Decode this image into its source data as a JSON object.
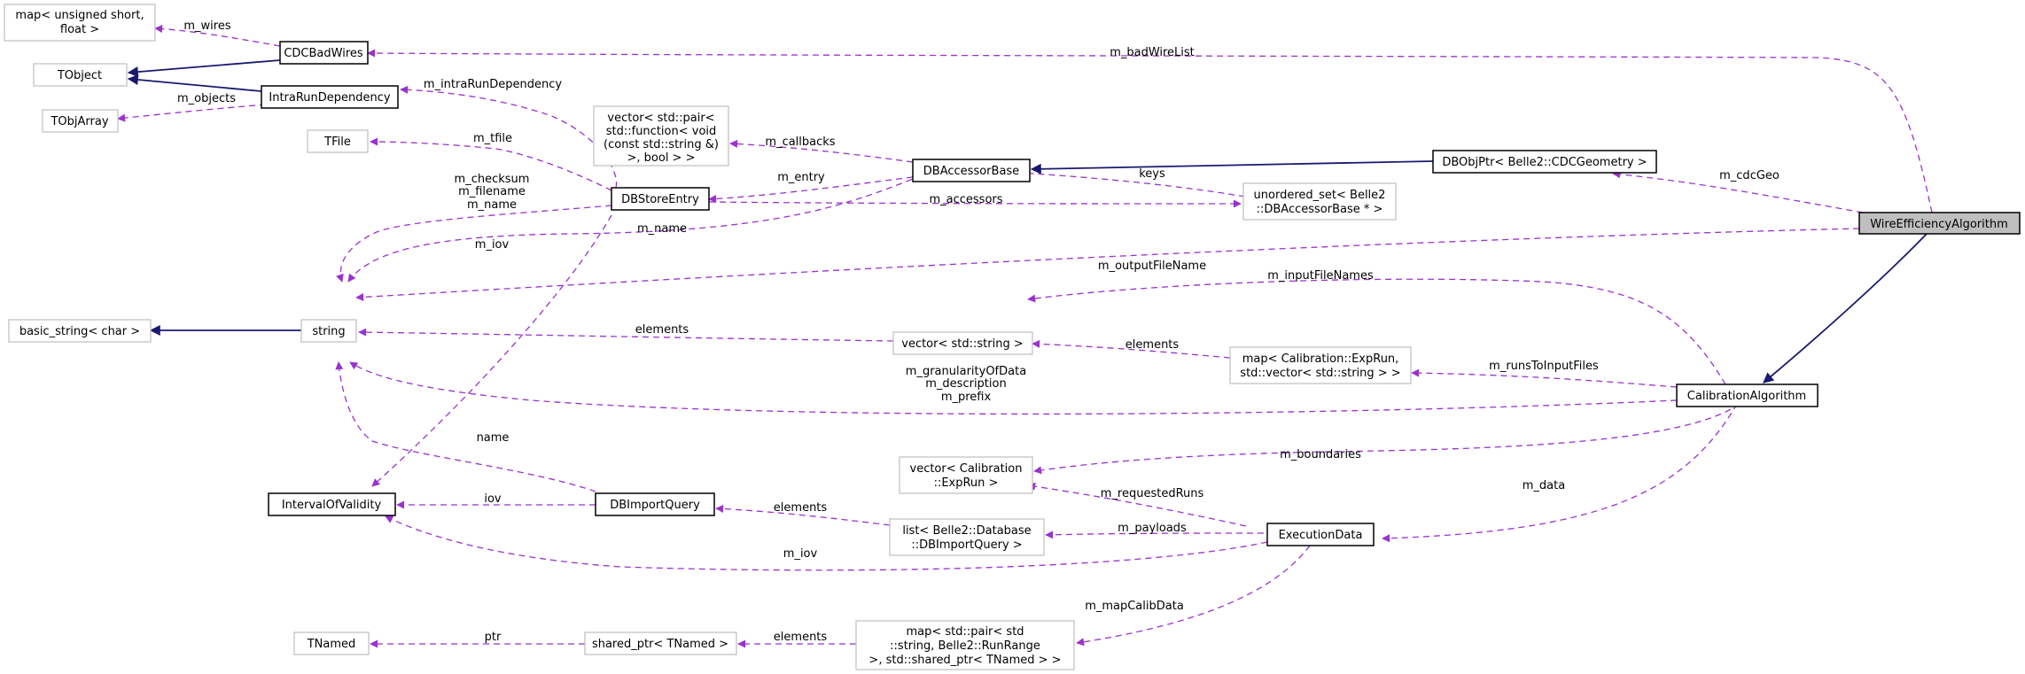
{
  "colors": {
    "inheritance": "#191970",
    "usage": "#9a32cd",
    "focus_fill": "#bfbfbf"
  },
  "nodes": {
    "map_unsigned_short": [
      "map< unsigned short,",
      "float >"
    ],
    "tobject": [
      "TObject"
    ],
    "tobjarray": [
      "TObjArray"
    ],
    "cdcbadwires": [
      "CDCBadWires"
    ],
    "intrarundependency": [
      "IntraRunDependency"
    ],
    "tfile": [
      "TFile"
    ],
    "vector_pair_function": [
      "vector< std::pair<",
      "std::function< void",
      "(const std::string &)",
      ">, bool > >"
    ],
    "dbaccessorbase": [
      "DBAccessorBase"
    ],
    "dbstoreentry": [
      "DBStoreEntry"
    ],
    "dbobjptr": [
      "DBObjPtr< Belle2::CDCGeometry >"
    ],
    "unordered_set": [
      "unordered_set< Belle2",
      "::DBAccessorBase * >"
    ],
    "wireefficiency": [
      "WireEfficiencyAlgorithm"
    ],
    "basic_string": [
      "basic_string< char >"
    ],
    "string": [
      "string"
    ],
    "vector_string": [
      "vector< std::string >"
    ],
    "map_calibration": [
      "map< Calibration::ExpRun,",
      "std::vector< std::string > >"
    ],
    "calibrationalgorithm": [
      "CalibrationAlgorithm"
    ],
    "vector_calibration": [
      "vector< Calibration",
      "::ExpRun >"
    ],
    "intervalofvalidity": [
      "IntervalOfValidity"
    ],
    "dbimportquery": [
      "DBImportQuery"
    ],
    "list_belle2": [
      "list< Belle2::Database",
      "::DBImportQuery >"
    ],
    "executiondata": [
      "ExecutionData"
    ],
    "tnamed": [
      "TNamed"
    ],
    "shared_ptr": [
      "shared_ptr< TNamed >"
    ],
    "map_pair_std": [
      "map< std::pair< std",
      "::string, Belle2::RunRange",
      ">, std::shared_ptr< TNamed > >"
    ]
  },
  "edge_labels": {
    "m_wires": [
      "m_wires"
    ],
    "m_badwirelist": [
      "m_badWireList"
    ],
    "m_objects": [
      "m_objects"
    ],
    "m_intrarundependency": [
      "m_intraRunDependency"
    ],
    "m_tfile": [
      "m_tfile"
    ],
    "m_callbacks": [
      "m_callbacks"
    ],
    "keys": [
      "keys"
    ],
    "m_cdcgeo": [
      "m_cdcGeo"
    ],
    "m_entry": [
      "m_entry"
    ],
    "m_checksum": [
      "m_checksum",
      "m_filename",
      "m_name"
    ],
    "m_accessors": [
      "m_accessors"
    ],
    "m_name": [
      "m_name"
    ],
    "m_iov_dbstore": [
      "m_iov"
    ],
    "m_outputfilename": [
      "m_outputFileName"
    ],
    "m_inputfilenames": [
      "m_inputFileNames"
    ],
    "elements_string": [
      "elements"
    ],
    "elements_map": [
      "elements"
    ],
    "m_runstoinputfiles": [
      "m_runsToInputFiles"
    ],
    "m_granularity": [
      "m_granularityOfData",
      "m_description",
      "m_prefix"
    ],
    "name_string": [
      "name"
    ],
    "m_boundaries": [
      "m_boundaries"
    ],
    "m_requestedruns": [
      "m_requestedRuns"
    ],
    "m_data": [
      "m_data"
    ],
    "iov": [
      "iov"
    ],
    "elements_list": [
      "elements"
    ],
    "m_payloads": [
      "m_payloads"
    ],
    "m_iov_exec": [
      "m_iov"
    ],
    "m_mapcalibdata": [
      "m_mapCalibData"
    ],
    "ptr": [
      "ptr"
    ],
    "elements_shared": [
      "elements"
    ]
  }
}
